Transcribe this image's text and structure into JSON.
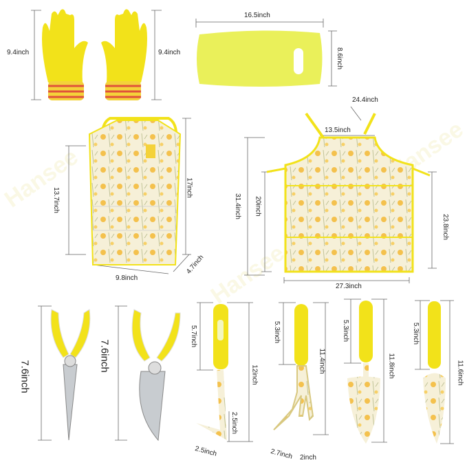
{
  "watermark": "Hansee",
  "colors": {
    "yellow": "#f2e21a",
    "pad": "#eaf05a",
    "floral_bg": "#f6f0d8",
    "flower": "#f4b52a",
    "handle_white": "#e8eef2",
    "line": "#555555"
  },
  "gloves": {
    "width_left": "9.4inch",
    "width_right": "9.4inch"
  },
  "kneeling_pad": {
    "length": "16.5inch",
    "height": "8.6inch"
  },
  "tote_bag": {
    "height_total": "17inch",
    "height_body": "13.7inch",
    "width": "9.8inch",
    "depth": "4.7inch"
  },
  "apron": {
    "strap": "24.4inch",
    "top_width": "13.5inch",
    "total_length": "31.4inch",
    "pocket_height": "20inch",
    "side_length": "23.8inch",
    "bottom_width": "27.3inch"
  },
  "pruners": [
    {
      "length": "7.6inch"
    },
    {
      "length": "7.6inch"
    }
  ],
  "hand_tools": [
    {
      "name": "hoe",
      "handle": "5.7inch",
      "total": "12inch",
      "blade_height": "2.5inch",
      "blade_width": "2.5inch"
    },
    {
      "name": "cultivator",
      "handle": "5.3inch",
      "total": "11.4inch",
      "width": "2.7inch",
      "tine_spacing": "2inch"
    },
    {
      "name": "trowel",
      "handle": "5.3inch",
      "total": "11.8inch"
    },
    {
      "name": "transplanter",
      "handle": "5.3inch",
      "total": "11.6inch"
    }
  ]
}
